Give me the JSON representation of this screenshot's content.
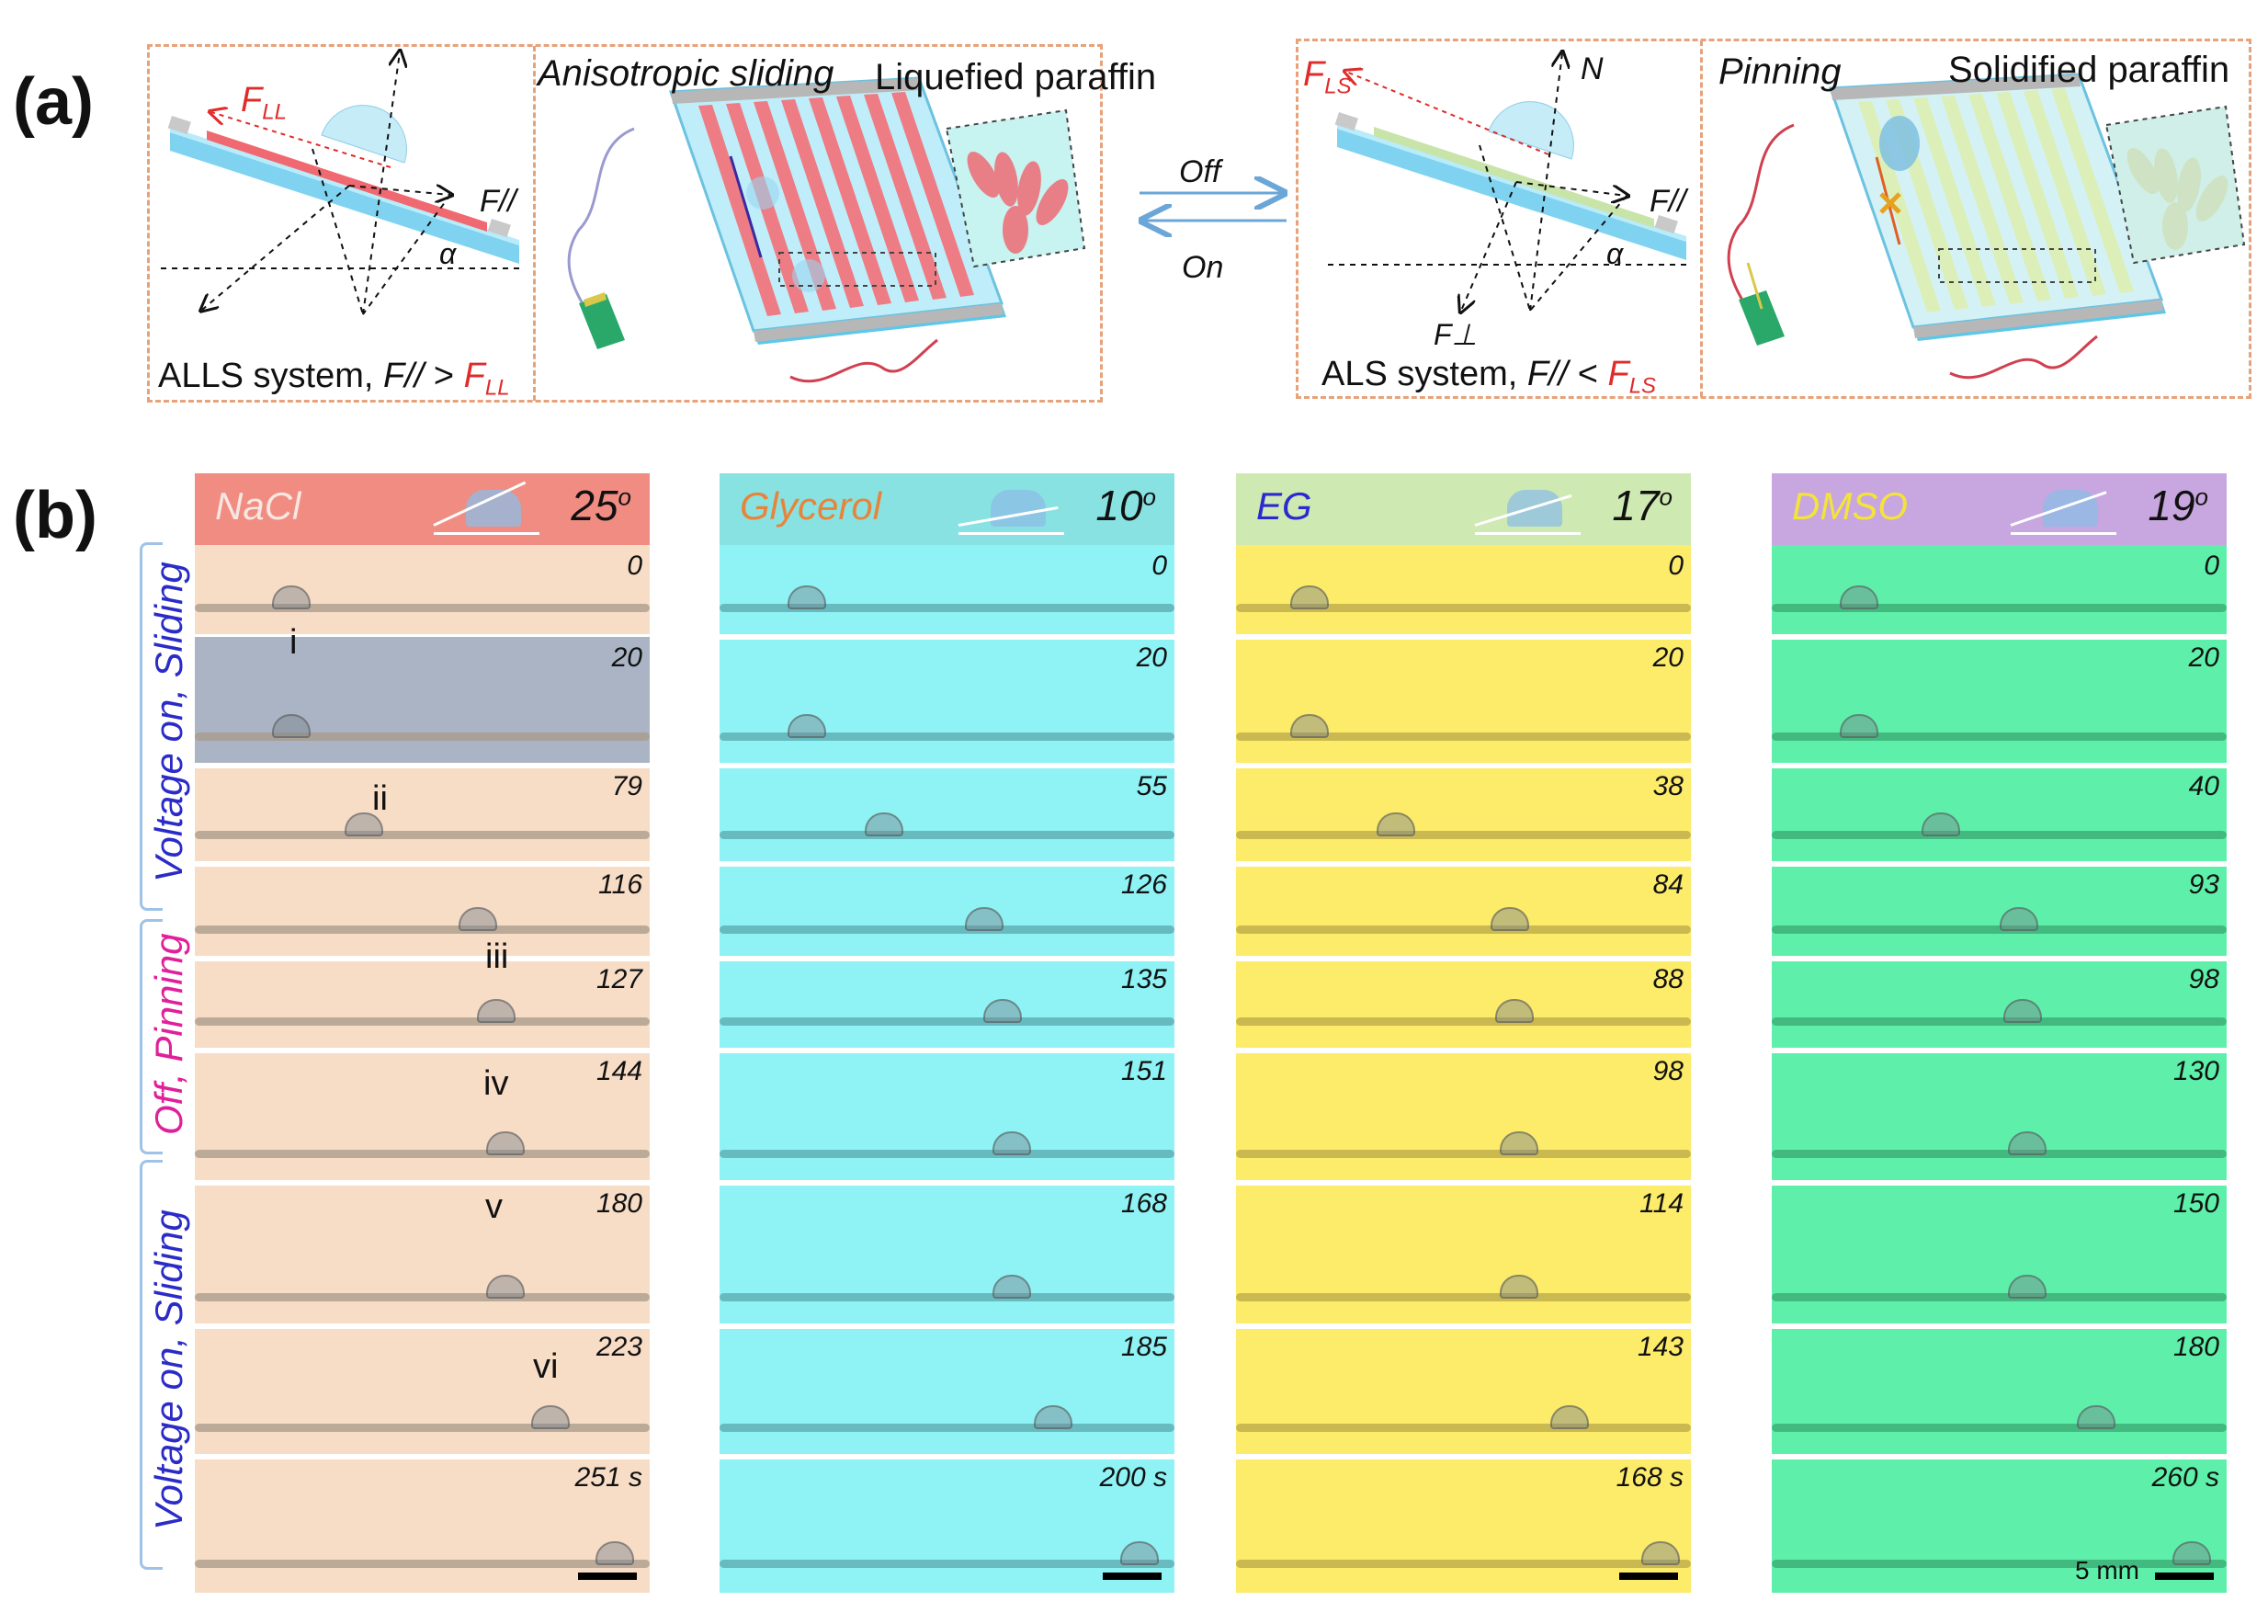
{
  "panel_a": {
    "letter": "(a)",
    "left_force": {
      "force_label": "F",
      "force_sub": "LL",
      "parallel_label": "F//",
      "alpha": "α",
      "caption_prefix": "ALLS system, ",
      "caption_f": "F//",
      "caption_op": " > ",
      "caption_f2": "F",
      "caption_f2_sub": "LL"
    },
    "left_device": {
      "title": "Anisotropic sliding",
      "inset_label": "Liquefied paraffin"
    },
    "switch": {
      "off": "Off",
      "on": "On"
    },
    "right_force": {
      "force_label": "F",
      "force_sub": "LS",
      "normal_label": "N",
      "parallel_label": "F//",
      "perp_label": "F⊥",
      "alpha": "α",
      "caption_prefix": "ALS system, ",
      "caption_f": "F//",
      "caption_op": " < ",
      "caption_f2": "F",
      "caption_f2_sub": "LS"
    },
    "right_device": {
      "title": "Pinning",
      "inset_label": "Solidified paraffin"
    }
  },
  "panel_b": {
    "letter": "(b)",
    "side_labels": {
      "top": [
        "Voltage on, ",
        "Sliding"
      ],
      "middle": [
        "Off, ",
        "Pinning"
      ],
      "bottom": [
        "Voltage on, ",
        "Sliding"
      ]
    },
    "roman_labels": [
      "i",
      "ii",
      "iii",
      "iv",
      "v",
      "vi"
    ],
    "scale_label": "5 mm",
    "columns": [
      {
        "name": "NaCl",
        "angle": "25",
        "angle_unit": "o",
        "header_color": "#f08c82",
        "name_color": "#f6e7e0",
        "body_color": "#f7dcc6",
        "times": [
          "0",
          "20",
          "79",
          "116",
          "127",
          "144",
          "180",
          "223",
          "251 s"
        ]
      },
      {
        "name": "Glycerol",
        "angle": "10",
        "angle_unit": "o",
        "header_color": "#88e2e2",
        "name_color": "#e8843a",
        "body_color": "#8ff2f4",
        "times": [
          "0",
          "20",
          "55",
          "126",
          "135",
          "151",
          "168",
          "185",
          "200 s"
        ]
      },
      {
        "name": "EG",
        "angle": "17",
        "angle_unit": "o",
        "header_color": "#cfe9b2",
        "name_color": "#2a2ad0",
        "body_color": "#fdeb6a",
        "times": [
          "0",
          "20",
          "38",
          "84",
          "88",
          "98",
          "114",
          "143",
          "168 s"
        ]
      },
      {
        "name": "DMSO",
        "angle": "19",
        "angle_unit": "o",
        "header_color": "#c8a6e0",
        "name_color": "#f3e33a",
        "body_color": "#5ef0aa",
        "times": [
          "0",
          "20",
          "40",
          "93",
          "98",
          "130",
          "150",
          "180",
          "260 s"
        ]
      }
    ]
  }
}
